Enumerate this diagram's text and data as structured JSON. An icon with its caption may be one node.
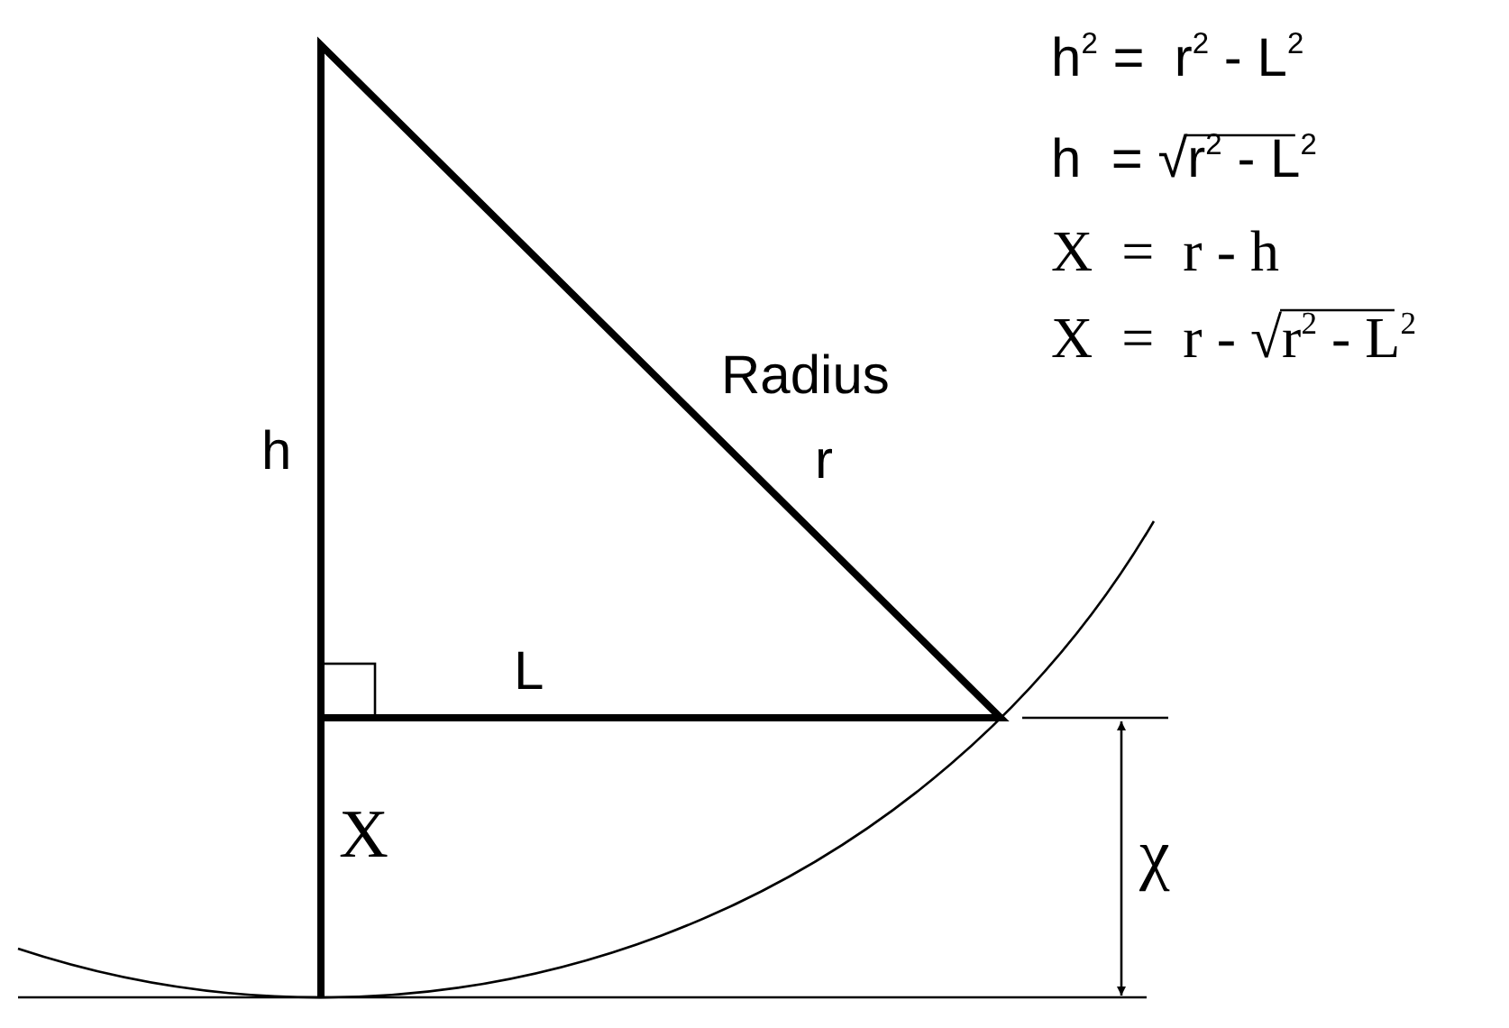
{
  "diagram": {
    "labels": [
      "h$^{2}$ =  r$^{2}$ - L$^{2}$",
      "h  = √r$^{2}$ - L$^{2}$",
      "X  =  r - h",
      "X  =  r - √r$^{2}$ - L$^{2}$",
      "Radius",
      "r",
      "h",
      "L",
      "X",
      "χ"
    ]
  }
}
